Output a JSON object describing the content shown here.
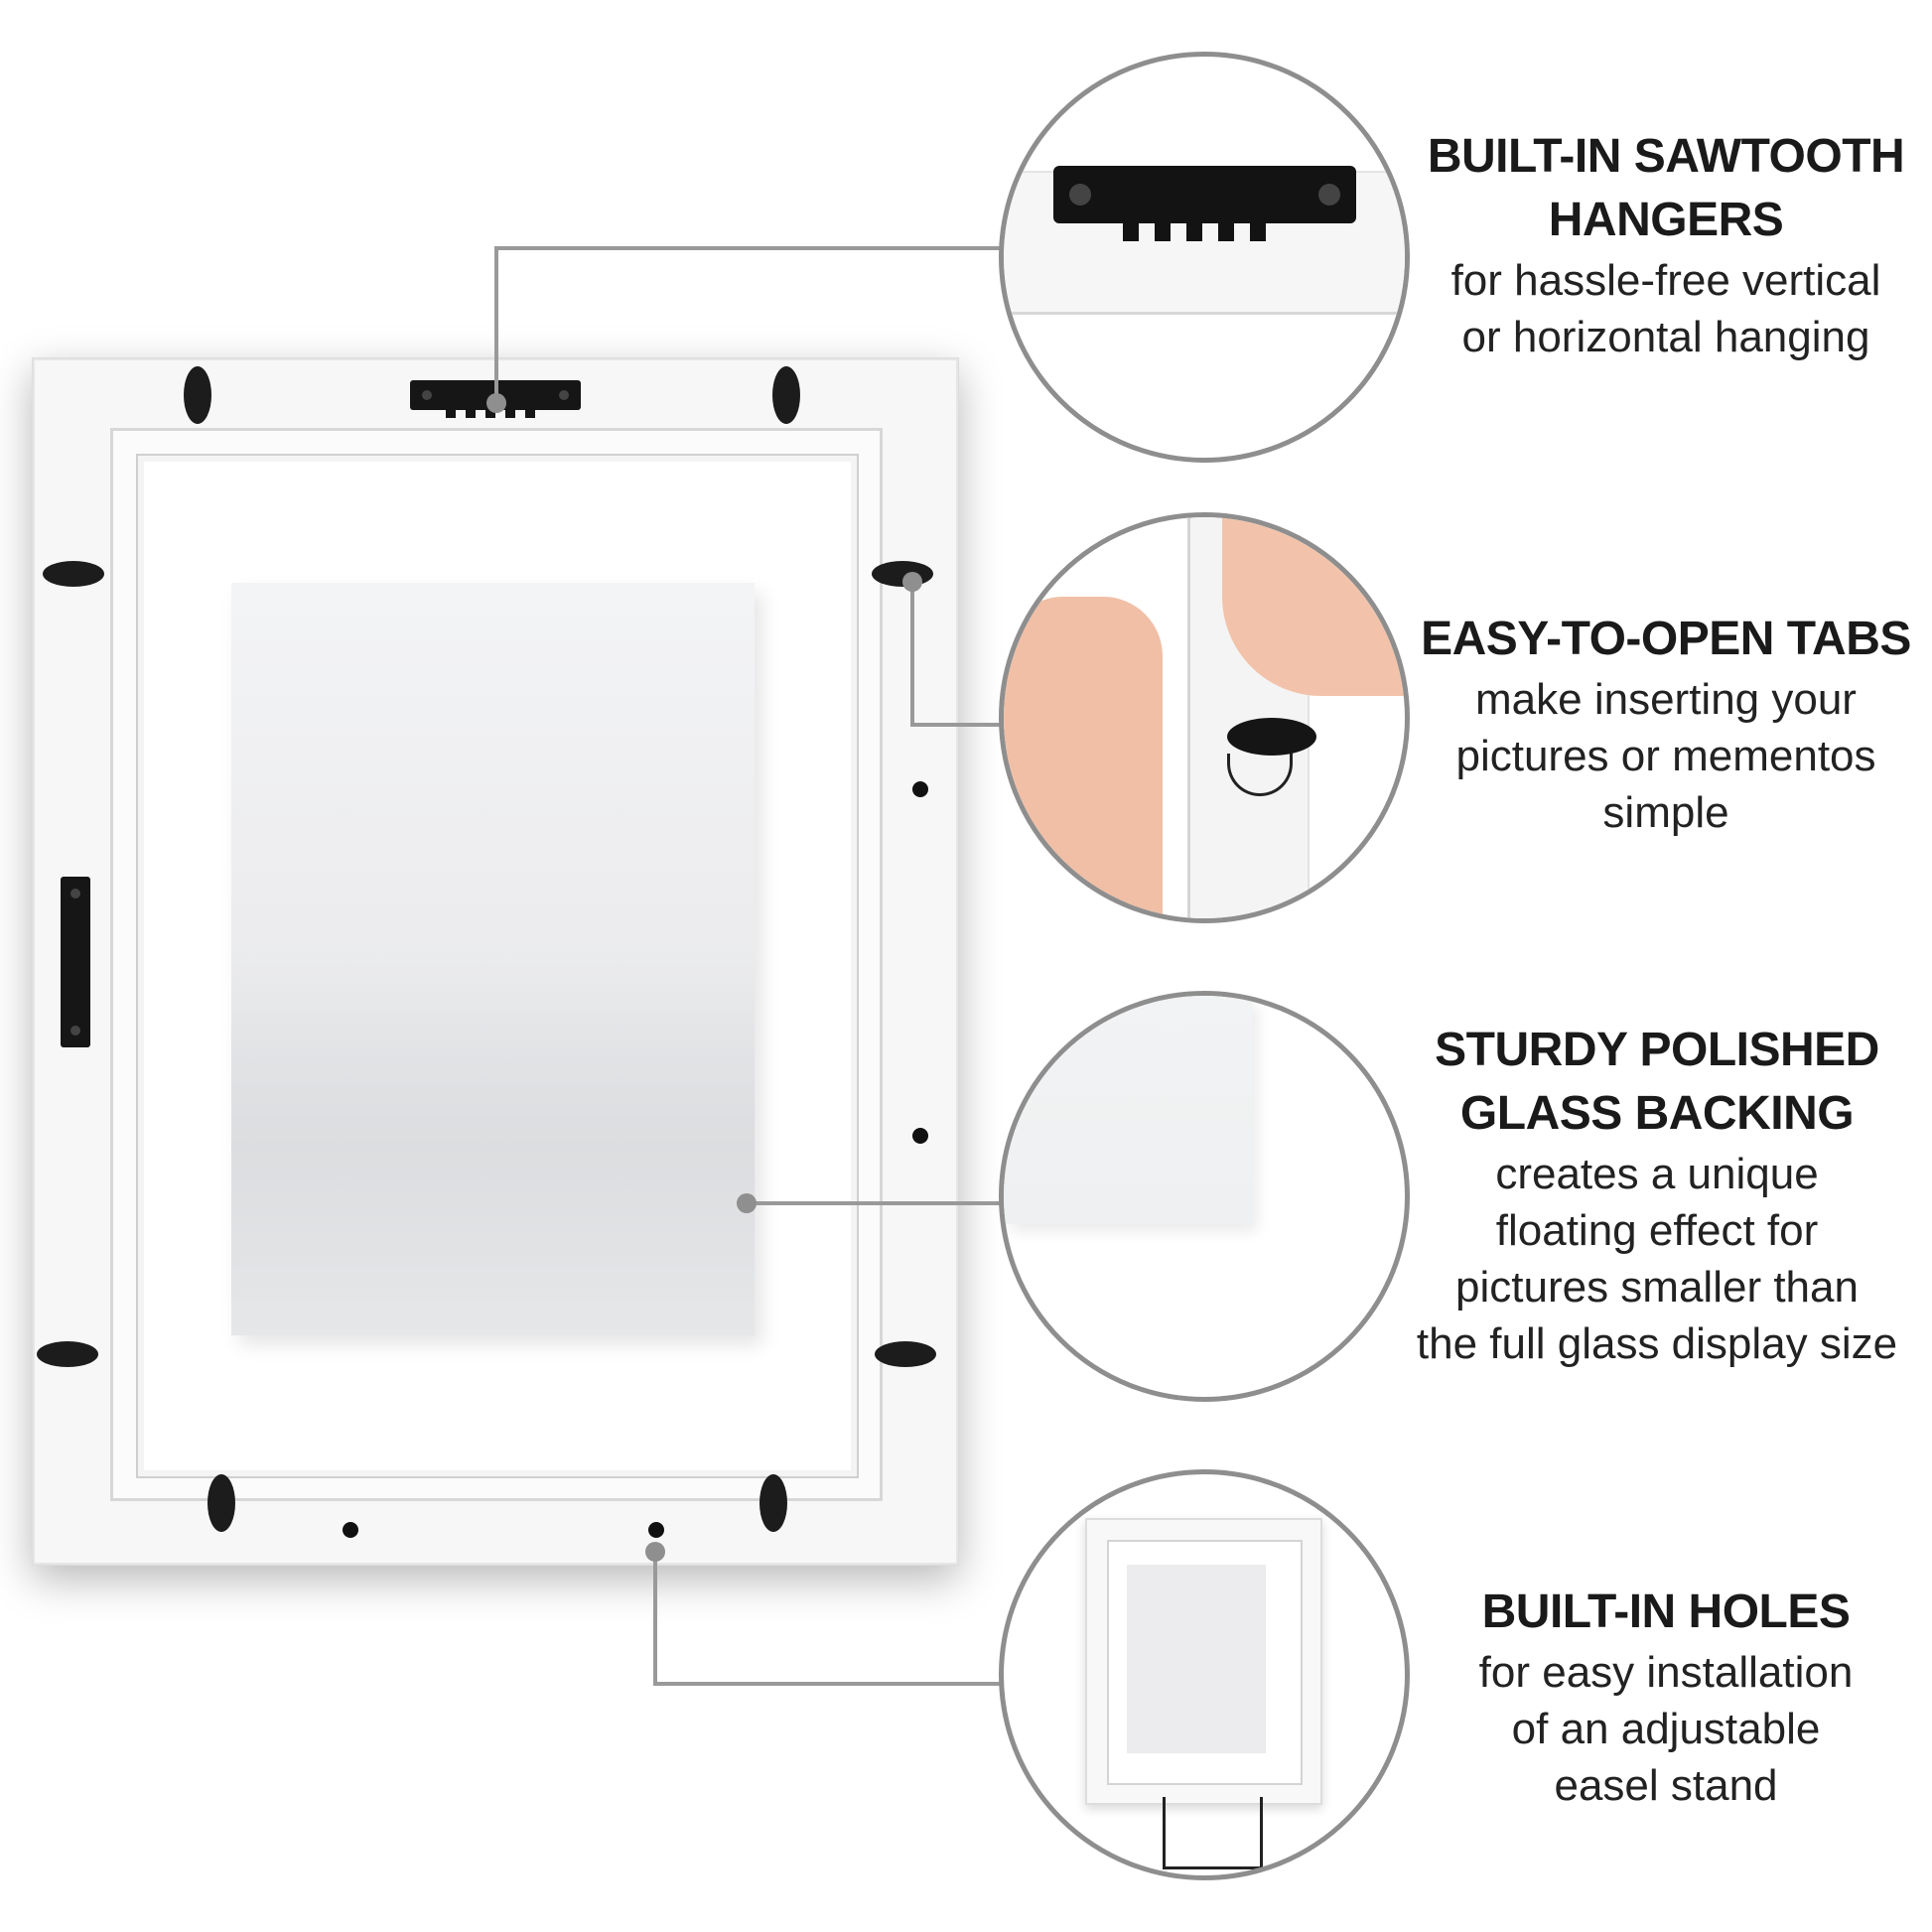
{
  "features": [
    {
      "title_line1": "BUILT-IN SAWTOOTH",
      "title_line2": "HANGERS",
      "desc_lines": [
        "for hassle-free vertical",
        "or horizontal hanging"
      ]
    },
    {
      "title_line1": "EASY-TO-OPEN TABS",
      "title_line2": "",
      "desc_lines": [
        "make inserting your",
        "pictures or mementos",
        "simple"
      ]
    },
    {
      "title_line1": "STURDY POLISHED",
      "title_line2": "GLASS BACKING",
      "desc_lines": [
        "creates a unique",
        "floating effect for",
        "pictures smaller than",
        "the full glass display size"
      ]
    },
    {
      "title_line1": "BUILT-IN HOLES",
      "title_line2": "",
      "desc_lines": [
        "for easy installation",
        "of an adjustable",
        "easel stand"
      ]
    }
  ],
  "colors": {
    "background": "#ffffff",
    "frame": "#f7f7f7",
    "hardware": "#1c1c1c",
    "callout_ring": "#8e8e8e",
    "leader_line": "#999999",
    "text": "#1a1a1a"
  },
  "icons": [
    "sawtooth-hanger-icon",
    "turn-tab-icon",
    "rotate-arrow-icon",
    "easel-stand-icon"
  ]
}
